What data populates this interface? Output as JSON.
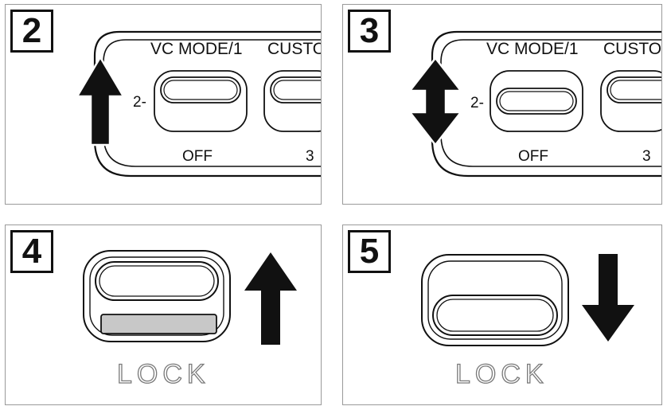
{
  "steps": [
    {
      "number": "2",
      "mode_label": "VC MODE/1",
      "custom_label": "CUSTO",
      "pos_2_label": "2-",
      "off_label": "OFF",
      "pos_3_label": "3",
      "arrow": "up"
    },
    {
      "number": "3",
      "mode_label": "VC MODE/1",
      "custom_label": "CUSTO",
      "pos_2_label": "2-",
      "off_label": "OFF",
      "pos_3_label": "3",
      "arrow": "up-down"
    },
    {
      "number": "4",
      "lock_label": "LOCK",
      "arrow": "up"
    },
    {
      "number": "5",
      "lock_label": "LOCK",
      "arrow": "down"
    }
  ],
  "colors": {
    "line": "#111111",
    "frame": "#9a9a9a",
    "lock_fill": "#c8c8c8"
  }
}
